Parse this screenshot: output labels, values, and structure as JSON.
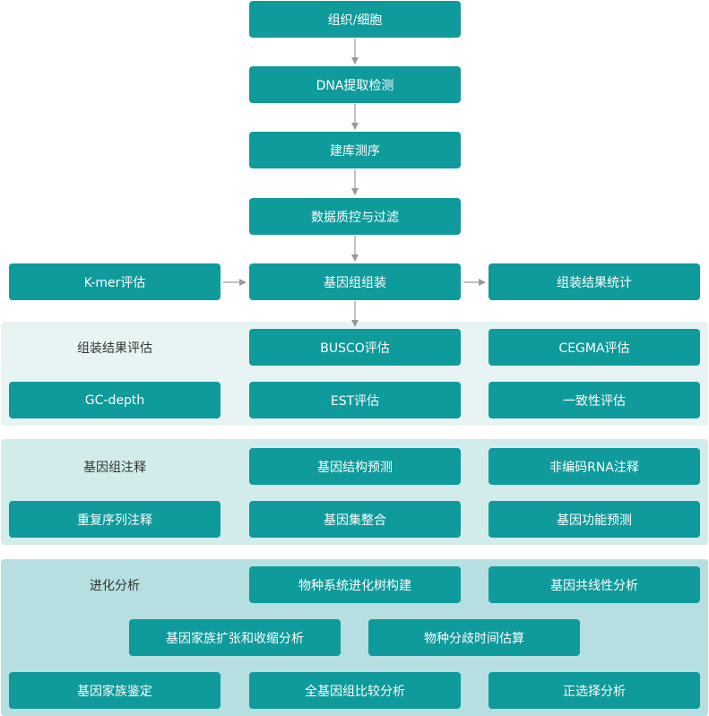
{
  "colors": {
    "box": "#0f9a9b",
    "panel1": "#e8f4f4",
    "panel2": "#d2ecec",
    "panel3": "#b5dfe0",
    "arrow": "#999999"
  },
  "pipeline": {
    "tissue": "组织/细胞",
    "dna": "DNA提取检测",
    "library": "建库测序",
    "qc": "数据质控与过滤",
    "kmer": "K-mer评估",
    "assembly": "基因组组装",
    "stats": "组装结果统计"
  },
  "evaluation": {
    "label": "组装结果评估",
    "busco": "BUSCO评估",
    "cegma": "CEGMA评估",
    "gc": "GC-depth",
    "est": "EST评估",
    "consistency": "一致性评估"
  },
  "annotation": {
    "label": "基因组注释",
    "structure": "基因结构预测",
    "ncrna": "非编码RNA注释",
    "repeat": "重复序列注释",
    "integration": "基因集整合",
    "function": "基因功能预测"
  },
  "evolution": {
    "label": "进化分析",
    "phylo": "物种系统进化树构建",
    "synteny": "基因共线性分析",
    "family_expansion": "基因家族扩张和收缩分析",
    "divergence": "物种分歧时间估算",
    "family_id": "基因家族鉴定",
    "comparative": "全基因组比较分析",
    "selection": "正选择分析"
  }
}
